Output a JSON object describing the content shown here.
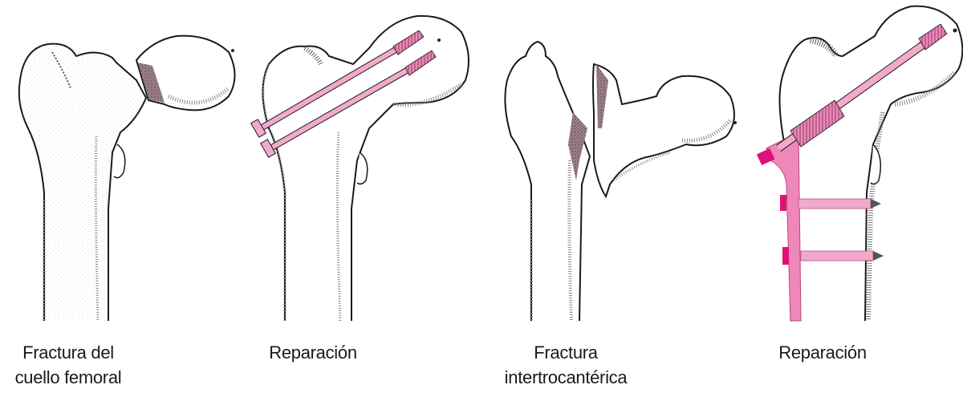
{
  "colors": {
    "bone_outline": "#1a1a1a",
    "bone_shade": "#9a9a9a",
    "fracture_surface": "#8a7078",
    "implant_light": "#f2a9cc",
    "implant_mid": "#ee88bb",
    "implant_dark": "#e0107a",
    "text": "#1a1a1a"
  },
  "panels": [
    {
      "id": "femoral-neck-fracture",
      "caption_line1": "Fractura del",
      "caption_line2": "cuello femoral"
    },
    {
      "id": "femoral-neck-repair",
      "caption_line1": "Reparación",
      "caption_line2": ""
    },
    {
      "id": "intertrochanteric-fracture",
      "caption_line1": "Fractura",
      "caption_line2": "intertrocantérica"
    },
    {
      "id": "intertrochanteric-repair",
      "caption_line1": "Reparación",
      "caption_line2": ""
    }
  ]
}
